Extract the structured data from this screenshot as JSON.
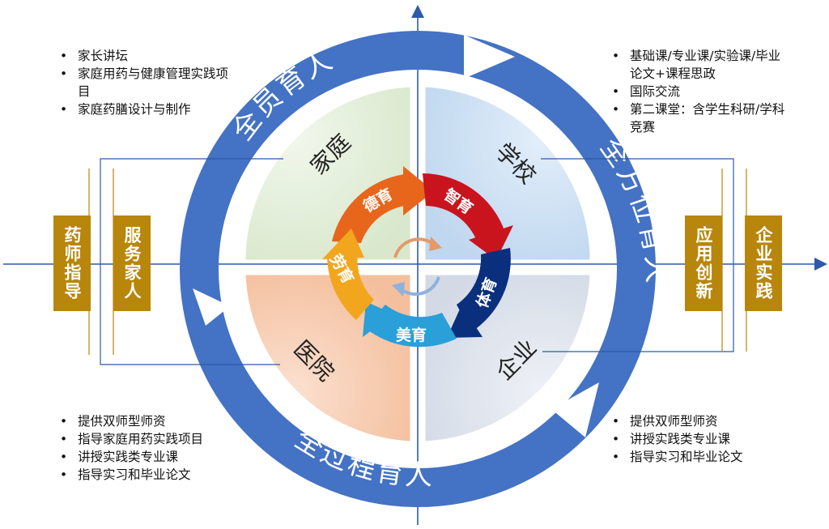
{
  "colors": {
    "ring": "#4472c4",
    "axis": "#2e5aa8",
    "gold": "#b8860b",
    "family": "#e3efd9",
    "school": "#cfe2f3",
    "hospital": "#f8cbad",
    "enterprise": "#dde3ec",
    "de": "#e8661c",
    "zhi": "#c9141e",
    "ti": "#0a2f7d",
    "mei": "#2a9fd8",
    "lao": "#f2a61e"
  },
  "ring_labels": {
    "top": "全员育人",
    "right": "全方位育人",
    "bottom": "全过程育人"
  },
  "quadrants": {
    "family": "家庭",
    "school": "学校",
    "hospital": "医院",
    "enterprise": "企业"
  },
  "cycle": {
    "de": "德育",
    "zhi": "智育",
    "ti": "体育",
    "mei": "美育",
    "lao": "劳育"
  },
  "side_boxes": {
    "left_outer": "药师指导",
    "left_inner": "服务家人",
    "right_inner": "应用创新",
    "right_outer": "企业实践"
  },
  "bullets": {
    "family": [
      "家长讲坛",
      "家庭用药与健康管理实践项目",
      "家庭药膳设计与制作"
    ],
    "school": [
      "基础课/专业课/实验课/毕业论文+课程思政",
      "国际交流",
      "第二课堂：含学生科研/学科竞赛"
    ],
    "hospital": [
      "提供双师型师资",
      "指导家庭用药实践项目",
      "讲授实践类专业课",
      "指导实习和毕业论文"
    ],
    "enterprise": [
      "提供双师型师资",
      "讲授实践类专业课",
      "指导实习和毕业论文"
    ]
  },
  "icons": [
    "cycle-arrows-icon"
  ]
}
